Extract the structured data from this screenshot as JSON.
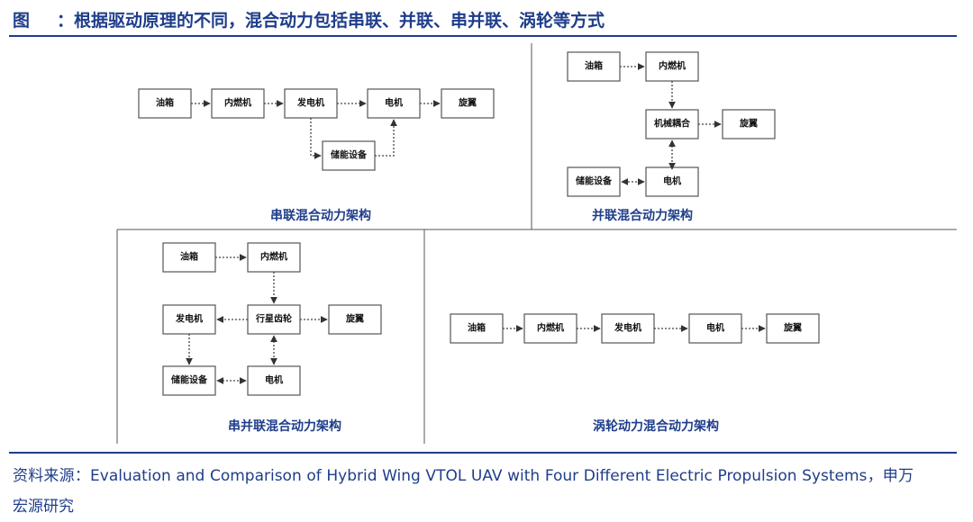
{
  "title": {
    "figure_label": "图",
    "text": "：根据驱动原理的不同，混合动力包括串联、并联、串并联、涡轮等方式"
  },
  "source": "资料来源：Evaluation and Comparison of Hybrid Wing VTOL UAV with Four Different Electric Propulsion Systems，申万宏源研究",
  "panels": {
    "series": {
      "caption": "串联混合动力架构",
      "boxes": {
        "fuel": "油箱",
        "ice": "内燃机",
        "generator": "发电机",
        "motor": "电机",
        "rotor": "旋翼",
        "storage": "储能设备"
      }
    },
    "parallel": {
      "caption": "并联混合动力架构",
      "boxes": {
        "fuel": "油箱",
        "ice": "内燃机",
        "coupling": "机械耦合",
        "rotor": "旋翼",
        "storage": "储能设备",
        "motor": "电机"
      }
    },
    "series_parallel": {
      "caption": "串并联混合动力架构",
      "boxes": {
        "fuel": "油箱",
        "ice": "内燃机",
        "generator": "发电机",
        "planetary": "行星齿轮",
        "rotor": "旋翼",
        "storage": "储能设备",
        "motor": "电机"
      }
    },
    "turbo": {
      "caption": "涡轮动力混合动力架构",
      "boxes": {
        "fuel": "油箱",
        "ice": "内燃机",
        "generator": "发电机",
        "motor": "电机",
        "rotor": "旋翼"
      }
    }
  }
}
